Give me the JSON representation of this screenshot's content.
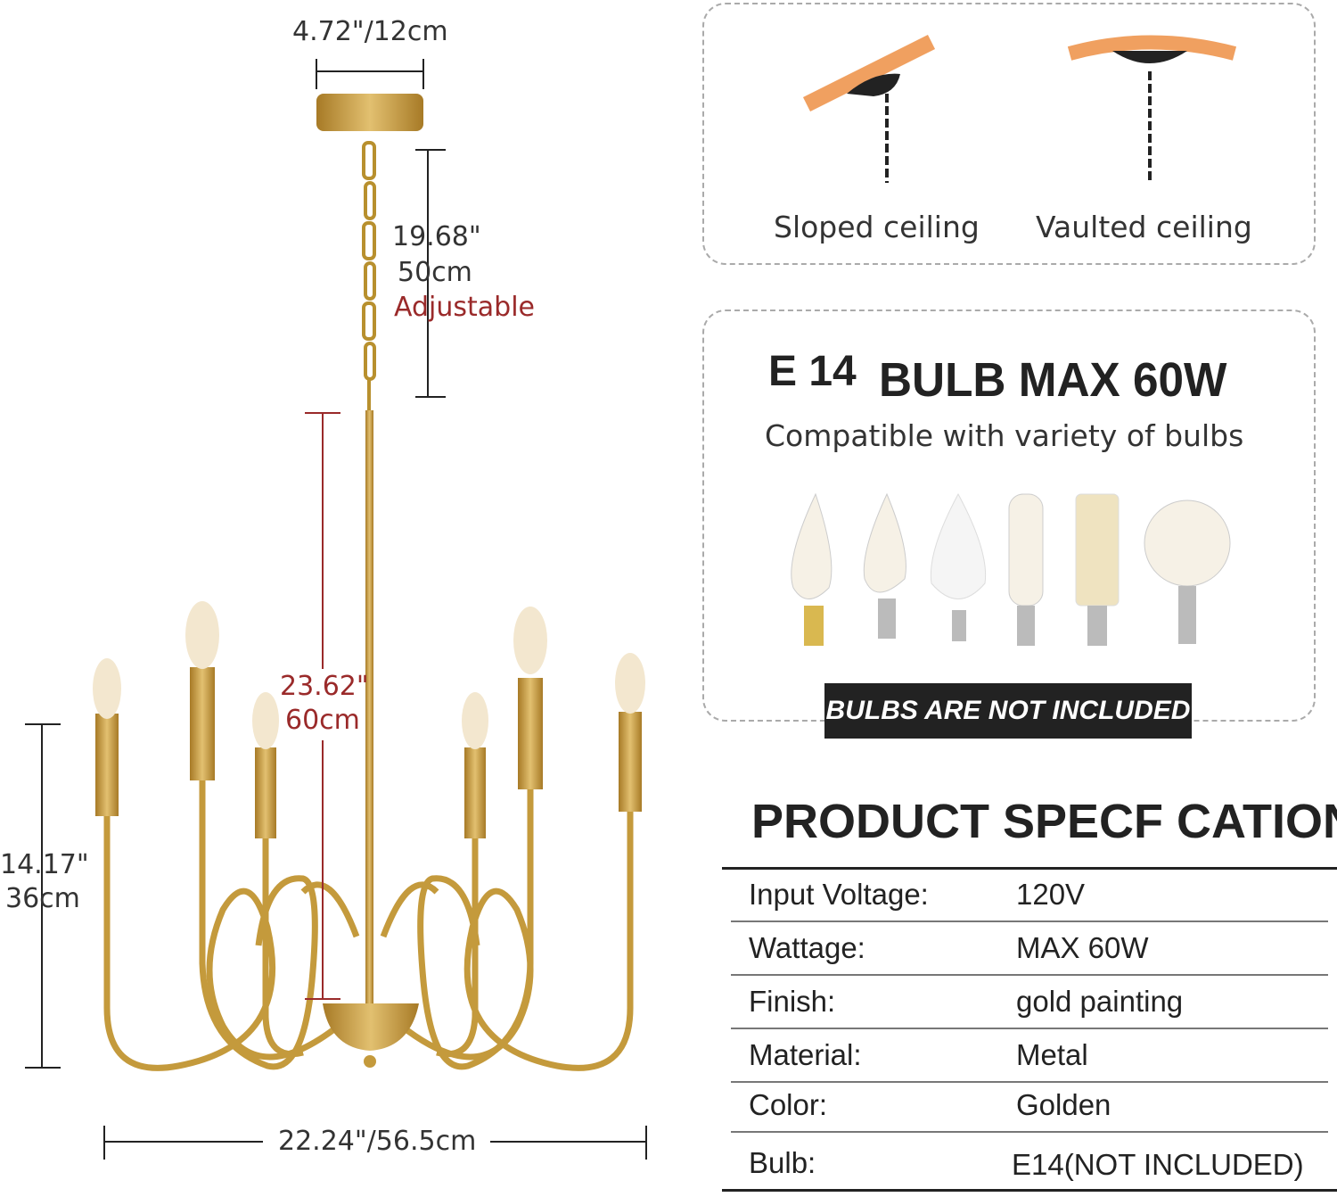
{
  "dimensions": {
    "canopy_width": "4.72\"/12cm",
    "chain_length_in": "19.68\"",
    "chain_length_cm": "50cm",
    "chain_note": "Adjustable",
    "rod_length_in": "23.62\"",
    "rod_length_cm": "60cm",
    "height_in": "14.17\"",
    "height_cm": "36cm",
    "width": "22.24\"/56.5cm"
  },
  "ceilings": {
    "sloped": "Sloped ceiling",
    "vaulted": "Vaulted ceiling"
  },
  "bulb": {
    "socket": "E 14",
    "max": "BULB MAX 60W",
    "compat": "Compatible with variety of bulbs",
    "notice": "BULBS ARE NOT INCLUDED"
  },
  "spec": {
    "title": "PRODUCT SPECF CATION",
    "rows": [
      {
        "label": "Input Voltage:",
        "value": "120V"
      },
      {
        "label": "Wattage:",
        "value": "MAX 60W"
      },
      {
        "label": "Finish:",
        "value": "gold painting"
      },
      {
        "label": "Material:",
        "value": "Metal"
      },
      {
        "label": "Color:",
        "value": "Golden"
      },
      {
        "label": "Bulb:",
        "value": "E14",
        "value_note": "(NOT INCLUDED)"
      }
    ]
  },
  "colors": {
    "gold": "#c49a3c",
    "accent_red": "#9a2a2a",
    "ceiling_orange": "#f0a060"
  }
}
